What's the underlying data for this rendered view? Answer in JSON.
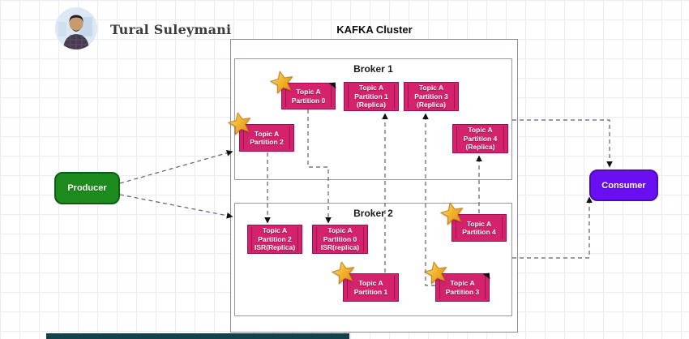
{
  "header": {
    "author": "Tural Suleymani"
  },
  "diagram": {
    "title": "KAFKA Cluster"
  },
  "producer": {
    "label": "Producer"
  },
  "consumer": {
    "label": "Consumer"
  },
  "brokers": [
    {
      "id": "broker1",
      "label": "Broker 1",
      "partitions": [
        {
          "id": "b1p0",
          "lines": [
            "Topic A",
            "Partition 0"
          ],
          "leader_star": true,
          "corner_arrow": true
        },
        {
          "id": "b1p1r",
          "lines": [
            "Topic A",
            "Partition 1",
            "(Replica)"
          ],
          "leader_star": false,
          "corner_arrow": false
        },
        {
          "id": "b1p3r",
          "lines": [
            "Topic A",
            "Partition 3",
            "(Replica)"
          ],
          "leader_star": false,
          "corner_arrow": false
        },
        {
          "id": "b1p2",
          "lines": [
            "Topic A",
            "Partition 2"
          ],
          "leader_star": true,
          "corner_arrow": false
        },
        {
          "id": "b1p4r",
          "lines": [
            "Topic A",
            "Partition 4",
            "(Replica)"
          ],
          "leader_star": false,
          "corner_arrow": false
        }
      ]
    },
    {
      "id": "broker2",
      "label": "Broker 2",
      "partitions": [
        {
          "id": "b2p2i",
          "lines": [
            "Topic A",
            "Partition 2",
            "ISR(Replica)"
          ],
          "leader_star": false,
          "corner_arrow": false
        },
        {
          "id": "b2p0i",
          "lines": [
            "Topic A",
            "Partition 0",
            "ISR(replica)"
          ],
          "leader_star": false,
          "corner_arrow": false
        },
        {
          "id": "b2p4",
          "lines": [
            "Topic A",
            "Partition 4"
          ],
          "leader_star": true,
          "corner_arrow": false
        },
        {
          "id": "b2p1",
          "lines": [
            "Topic A",
            "Partition 1"
          ],
          "leader_star": true,
          "corner_arrow": false
        },
        {
          "id": "b2p3",
          "lines": [
            "Topic A",
            "Partition 3"
          ],
          "leader_star": true,
          "corner_arrow": true
        }
      ]
    }
  ],
  "icons": {
    "leader_marker": "star-icon",
    "write_marker": "corner-arrow-icon"
  },
  "colors": {
    "partition_fill": "#d4226c",
    "partition_border": "#9e0e4e",
    "producer_fill": "#1e8b1e",
    "producer_border": "#0d5e12",
    "consumer_fill": "#6a0ff2",
    "consumer_border": "#4b0bb5",
    "connector": "#5f5f66",
    "star": "#f3b32a",
    "grid_line": "#ebebf6",
    "bottom_bar": "#14424a"
  }
}
